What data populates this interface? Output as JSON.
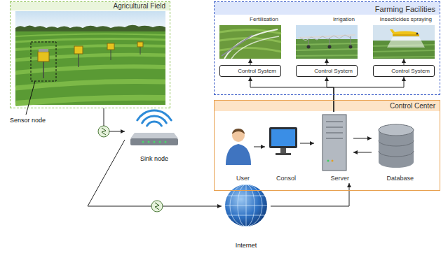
{
  "diagram": {
    "nodes": [
      {
        "text": [
          "Agricultural Field"
        ]
      },
      {
        "text": [
          "Sink node"
        ]
      },
      {
        "text": [
          "Internet"
        ]
      },
      {
        "text": [
          "Farming Facilities"
        ]
      },
      {
        "text": [
          "Fertilisation"
        ],
        "in": 3
      },
      {
        "text": [
          "Irrigation"
        ],
        "in": 3
      },
      {
        "text": [
          "Insecticides spraying"
        ],
        "in": 3
      },
      {
        "text": [
          "Control System"
        ],
        "in": 3
      },
      {
        "text": [
          "Control System"
        ],
        "in": 3
      },
      {
        "text": [
          "Control System"
        ],
        "in": 3
      },
      {
        "text": [
          "Control Center"
        ]
      },
      {
        "text": [
          "User"
        ],
        "in": 10
      },
      {
        "text": [
          "Consol"
        ],
        "in": 10
      },
      {
        "text": [
          "Server"
        ],
        "in": 10
      },
      {
        "text": [
          "Database"
        ],
        "in": 10
      }
    ],
    "edges": [
      {
        "from": 0,
        "to": 1,
        "arrow": "to"
      },
      {
        "from": 1,
        "to": 2,
        "arrow": "to"
      },
      {
        "from": 2,
        "to": 13,
        "arrow": "to"
      },
      {
        "from": 11,
        "to": 12,
        "arrow": "to"
      },
      {
        "from": 12,
        "to": 13,
        "arrow": "to"
      },
      {
        "from": 13,
        "to": 14,
        "arrow": "to"
      },
      {
        "from": 14,
        "to": 13,
        "arrow": "to"
      },
      {
        "from": 13,
        "to": 7,
        "arrow": "to"
      },
      {
        "from": 13,
        "to": 8,
        "arrow": "to"
      },
      {
        "from": 13,
        "to": 9,
        "arrow": "to"
      },
      {
        "from": 7,
        "to": 4,
        "arrow": "to"
      },
      {
        "from": 8,
        "to": 5,
        "arrow": "to"
      },
      {
        "from": 9,
        "to": 6,
        "arrow": "to"
      }
    ],
    "labels": [
      "Sensor node"
    ]
  }
}
